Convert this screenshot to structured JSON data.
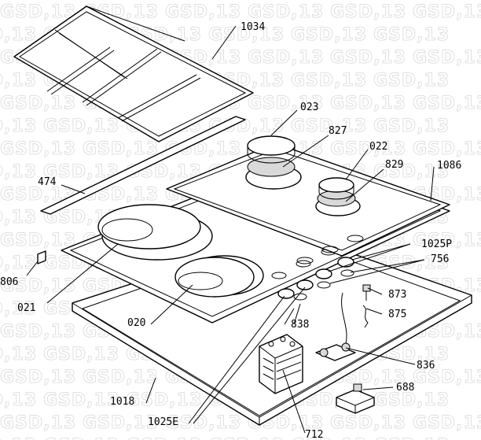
{
  "watermark": "GSD,13",
  "labels": {
    "l1034": "1034",
    "l023": "023",
    "l827": "827",
    "l022": "022",
    "l829": "829",
    "l1086": "1086",
    "l474": "474",
    "l1025P": "1025P",
    "l756": "756",
    "l806": "806",
    "l021": "021",
    "l873": "873",
    "l875": "875",
    "l020": "020",
    "l838": "838",
    "l836": "836",
    "l1018": "1018",
    "l688": "688",
    "l1025E": "1025E",
    "l712": "712"
  }
}
